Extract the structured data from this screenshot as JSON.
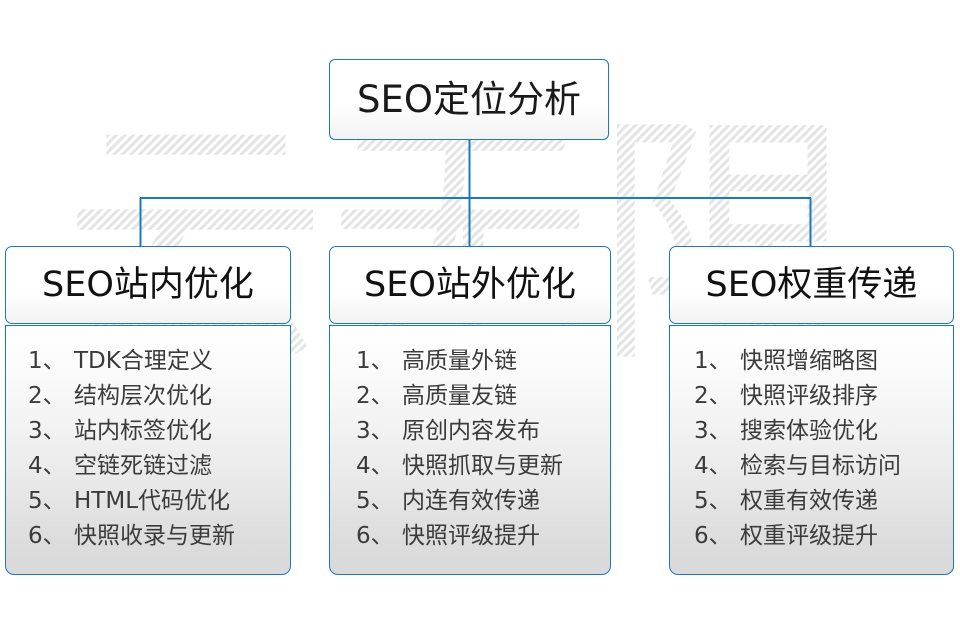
{
  "watermark": {
    "text": "云无限"
  },
  "colors": {
    "border_blue": "#1b79c4",
    "text_dark": "#1a1a1a",
    "list_text": "#3b3b3b",
    "body_gradient_bottom": "#d9d9d9",
    "watermark_gray": "#e8e8e8"
  },
  "root": {
    "title": "SEO定位分析"
  },
  "columns": [
    {
      "title": "SEO站内优化",
      "items": [
        {
          "num": "1、",
          "text": "TDK合理定义"
        },
        {
          "num": "2、",
          "text": "结构层次优化"
        },
        {
          "num": "3、",
          "text": "站内标签优化"
        },
        {
          "num": "4、",
          "text": "空链死链过滤"
        },
        {
          "num": "5、",
          "text": "HTML代码优化"
        },
        {
          "num": "6、",
          "text": "快照收录与更新"
        }
      ]
    },
    {
      "title": "SEO站外优化",
      "items": [
        {
          "num": "1、",
          "text": "高质量外链"
        },
        {
          "num": "2、",
          "text": "高质量友链"
        },
        {
          "num": "3、",
          "text": "原创内容发布"
        },
        {
          "num": "4、",
          "text": "快照抓取与更新"
        },
        {
          "num": "5、",
          "text": "内连有效传递"
        },
        {
          "num": "6、",
          "text": "快照评级提升"
        }
      ]
    },
    {
      "title": "SEO权重传递",
      "items": [
        {
          "num": "1、",
          "text": "快照增缩略图"
        },
        {
          "num": "2、",
          "text": "快照评级排序"
        },
        {
          "num": "3、",
          "text": "搜索体验优化"
        },
        {
          "num": "4、",
          "text": "检索与目标访问"
        },
        {
          "num": "5、",
          "text": "权重有效传递"
        },
        {
          "num": "6、",
          "text": "权重评级提升"
        }
      ]
    }
  ]
}
